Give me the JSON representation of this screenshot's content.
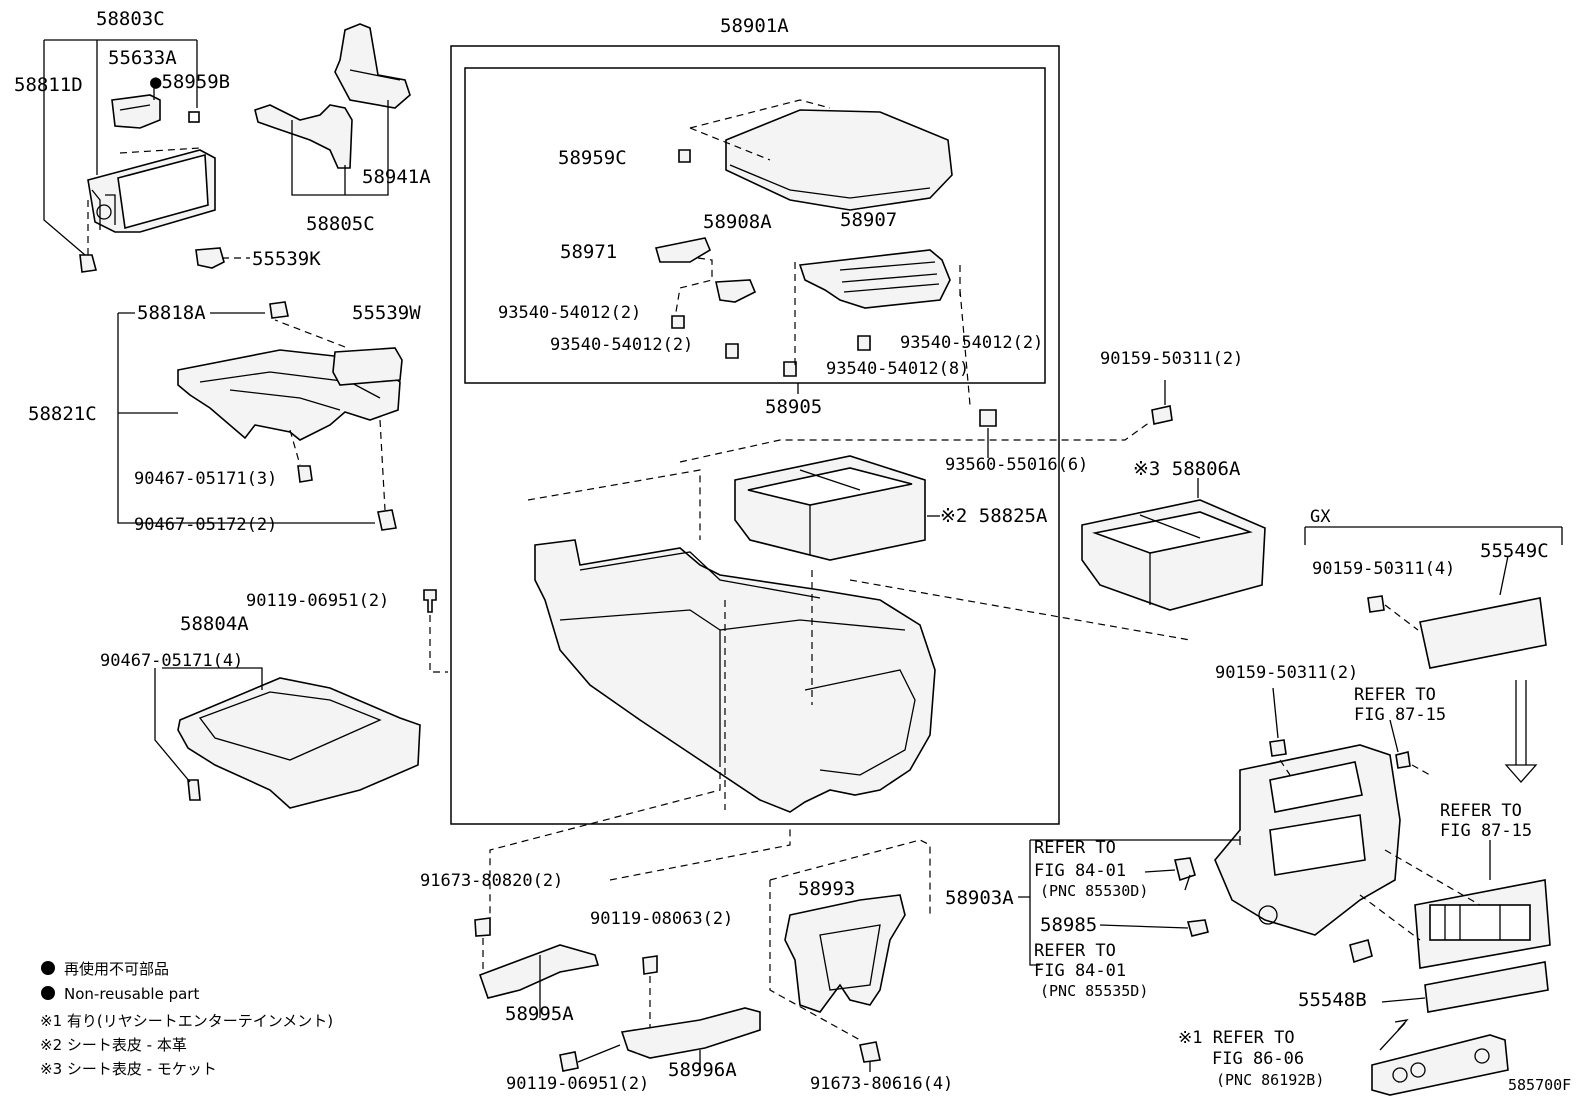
{
  "labels": {
    "p58803C": "58803C",
    "p55633A": "55633A",
    "p58959B": "●58959B",
    "p58811D": "58811D",
    "p58941A": "58941A",
    "p58805C": "58805C",
    "p55539K": "55539K",
    "p58818A": "58818A",
    "p55539W": "55539W",
    "p58821C": "58821C",
    "p90467_05171_3": "90467-05171(3)",
    "p90467_05172_2": "90467-05172(2)",
    "p90119_06951_2a": "90119-06951(2)",
    "p58804A": "58804A",
    "p90467_05171_4": "90467-05171(4)",
    "p58901A": "58901A",
    "p58959C": "58959C",
    "p58908A": "58908A",
    "p58907": "58907",
    "p58971": "58971",
    "p93540_a": "93540-54012(2)",
    "p93540_b": "93540-54012(2)",
    "p93540_c": "93540-54012(2)",
    "p93540_d": "93540-54012(8)",
    "p58905": "58905",
    "p93560": "93560-55016(6)",
    "p90159_a": "90159-50311(2)",
    "p58806A": "※3 58806A",
    "p58825A": "※2 58825A",
    "pGX": "GX",
    "p90159_b": "90159-50311(4)",
    "p55549C": "55549C",
    "p90159_c": "90159-50311(2)",
    "refer8715a_1": "REFER TO",
    "refer8715a_2": "FIG 87-15",
    "refer8715b_1": "REFER TO",
    "refer8715b_2": "FIG 87-15",
    "refer8401a_1": "REFER TO",
    "refer8401a_2": "FIG 84-01",
    "refer8401a_3": "(PNC 85530D)",
    "refer8401b_1": "REFER TO",
    "refer8401b_2": "FIG 84-01",
    "refer8401b_3": "(PNC 85535D)",
    "p58903A": "58903A",
    "p58985": "58985",
    "p55548B": "55548B",
    "refer8606_1": "※1 REFER TO",
    "refer8606_2": "FIG 86-06",
    "refer8606_3": "(PNC 86192B)",
    "p91673_80820": "91673-80820(2)",
    "p90119_08063": "90119-08063(2)",
    "p58993": "58993",
    "p58995A": "58995A",
    "p58996A": "58996A",
    "p90119_06951_2b": "90119-06951(2)",
    "p91673_80616": "91673-80616(4)",
    "figid": "585700F"
  },
  "legend": {
    "jp_nonreuse": "再使用不可部品",
    "en_nonreuse": "Non-reusable part",
    "note1": "※1 有り(リヤシートエンターテインメント)",
    "note2": "※2 シート表皮 - 本革",
    "note3": "※3 シート表皮 - モケット"
  }
}
